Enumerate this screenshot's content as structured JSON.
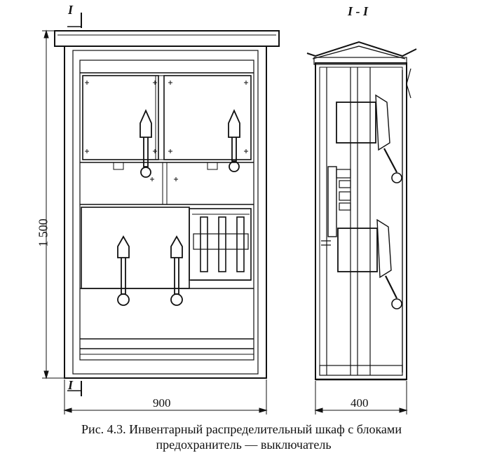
{
  "section_marks": {
    "top": "I",
    "bottom": "I",
    "section_title": "I - I"
  },
  "dimensions": {
    "height": "1 500",
    "width_front": "900",
    "width_side": "400"
  },
  "caption": {
    "line1": "Рис. 4.3. Инвентарный распределительный шкаф с блоками",
    "line2": "предохранитель — выключатель"
  }
}
